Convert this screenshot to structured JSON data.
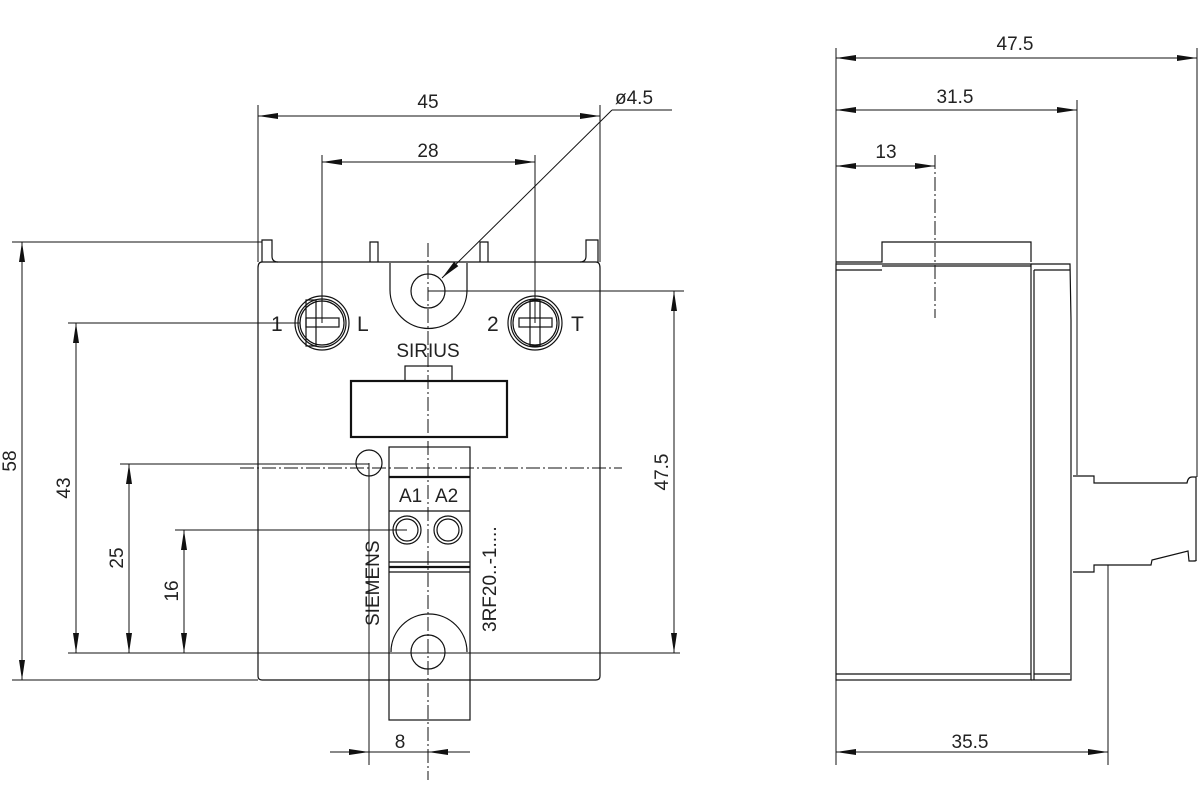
{
  "front_view": {
    "dimensions": {
      "width_overall": "45",
      "screw_spacing": "28",
      "hole_diameter": "ø4.5",
      "height_overall": "58",
      "screw_height": "43",
      "indicator_height": "25",
      "control_screw_height": "16",
      "hole_spacing": "47.5",
      "indicator_offset": "8"
    },
    "terminals": {
      "t1_number": "1",
      "t1_label": "L",
      "t2_number": "2",
      "t2_label": "T",
      "a1": "A1",
      "a2": "A2"
    },
    "branding": {
      "series": "SIRIUS",
      "manufacturer": "SIEMENS",
      "model": "3RF20..-1...."
    }
  },
  "side_view": {
    "dimensions": {
      "depth_overall": "47.5",
      "body_depth": "31.5",
      "hole_offset": "13",
      "base_depth": "35.5"
    }
  }
}
